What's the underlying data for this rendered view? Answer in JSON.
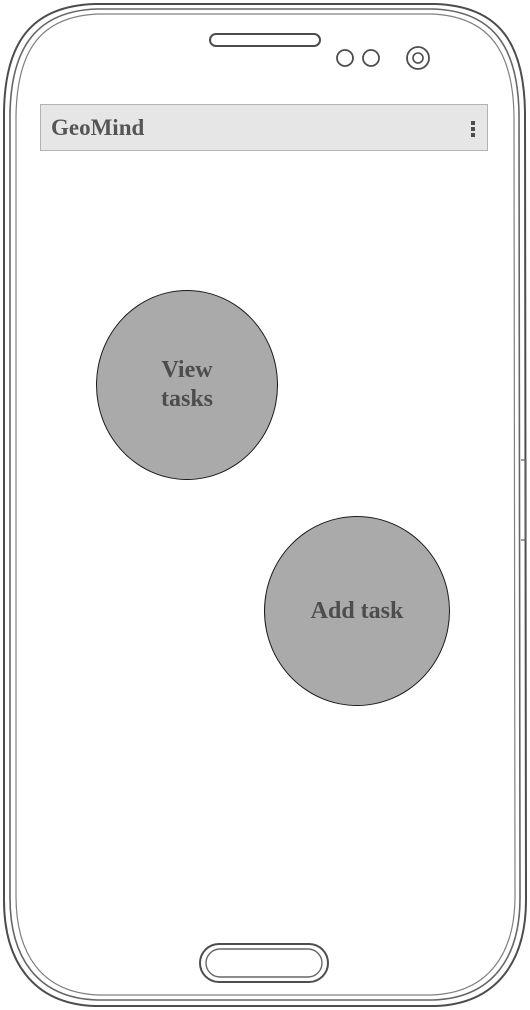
{
  "app_bar": {
    "title": "GeoMind",
    "menu_icon": "more-vertical-icon"
  },
  "buttons": {
    "view_tasks_label": "View tasks",
    "add_task_label": "Add task"
  },
  "colors": {
    "app_bar_background": "#e6e6e6",
    "button_fill": "#aaaaaa",
    "button_text": "#4d4d4d",
    "outline": "#4d4d4d"
  }
}
